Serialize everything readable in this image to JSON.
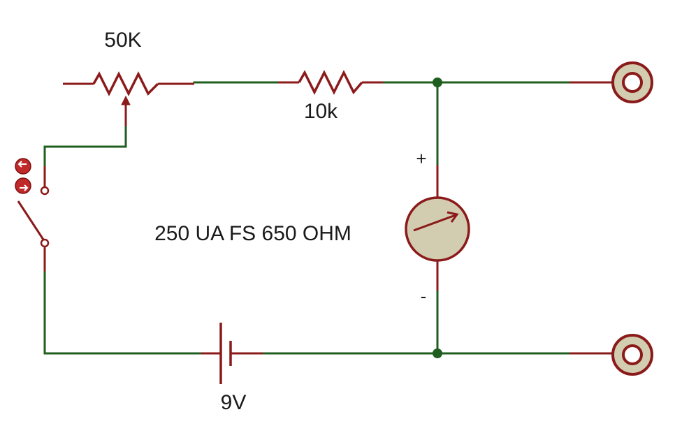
{
  "labels": {
    "pot": "50K",
    "resistor": "10k",
    "meter_spec": "250 UA FS 650 OHM",
    "battery": "9V",
    "meter_plus": "+",
    "meter_minus": "-"
  },
  "colors": {
    "wire": "#1f5e1f",
    "component": "#8b1a1a",
    "meter_fill": "#d2cdb0",
    "terminal_fill": "#d2cdb0",
    "junction": "#1f5e1f"
  }
}
